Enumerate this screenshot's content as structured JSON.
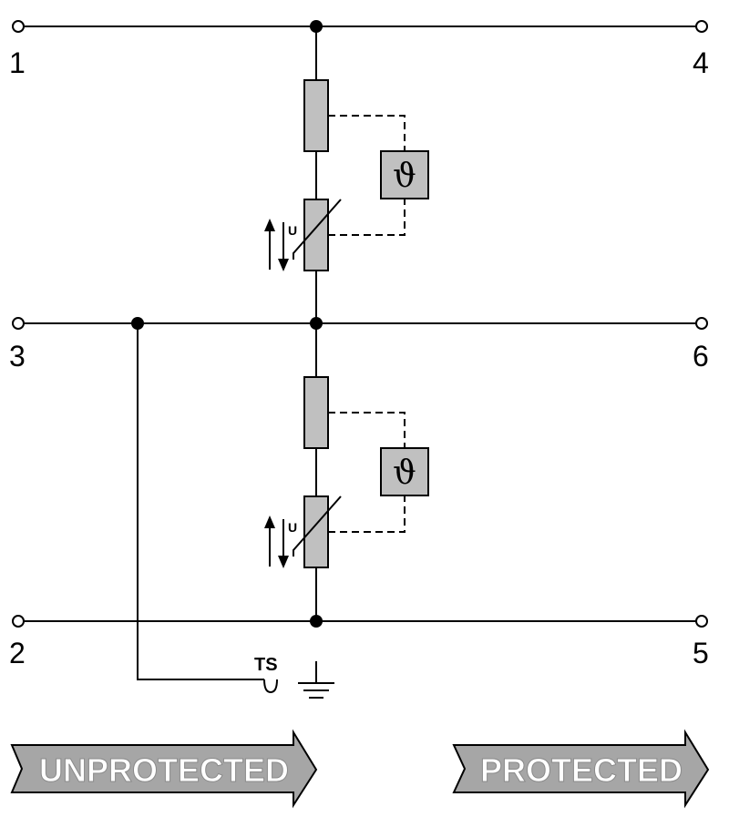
{
  "terminals": {
    "t1": "1",
    "t2": "2",
    "t3": "3",
    "t4": "4",
    "t5": "5",
    "t6": "6"
  },
  "varistor_label": "U",
  "thermal_symbol": "ϑ",
  "ts_label": "TS",
  "arrows": {
    "left": "UNPROTECTED",
    "right": "PROTECTED"
  },
  "colors": {
    "line": "#000000",
    "component_fill": "#c0c0c0",
    "arrow_fill": "#a6a6a6",
    "arrow_text": "#ffffff"
  }
}
